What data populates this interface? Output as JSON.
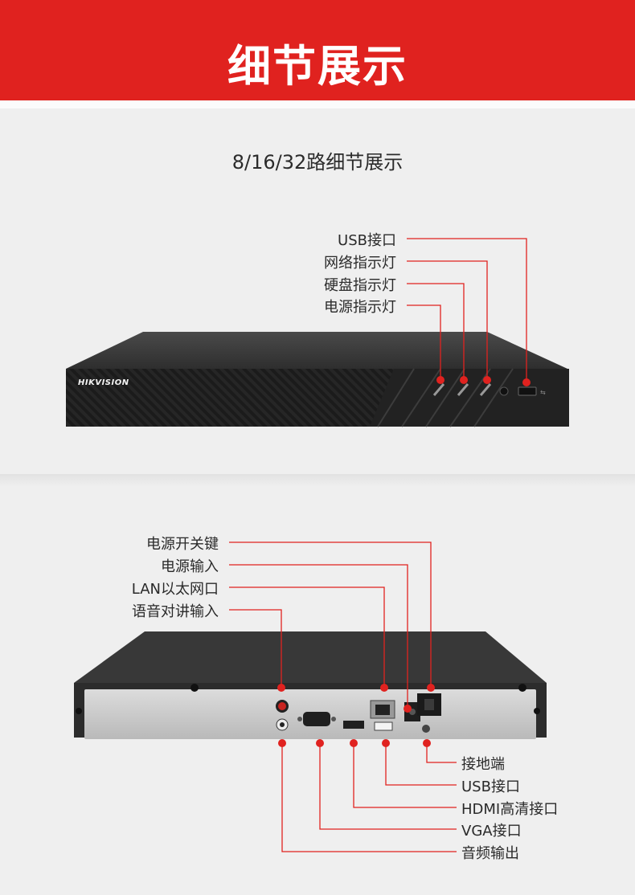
{
  "banner": {
    "title": "细节展示"
  },
  "section": {
    "title": "8/16/32路细节展示"
  },
  "front": {
    "brand": "HIKVISION",
    "labels": [
      "USB接口",
      "网络指示灯",
      "硬盘指示灯",
      "电源指示灯"
    ]
  },
  "rear": {
    "top_labels": [
      "电源开关键",
      "电源输入",
      "LAN以太网口",
      "语音对讲输入"
    ],
    "bottom_labels": [
      "接地端",
      "USB接口",
      "HDMI高清接口",
      "VGA接口",
      "音频输出"
    ]
  },
  "colors": {
    "accent": "#e0221f",
    "background": "#efefef",
    "device": "#2b2b2b"
  }
}
